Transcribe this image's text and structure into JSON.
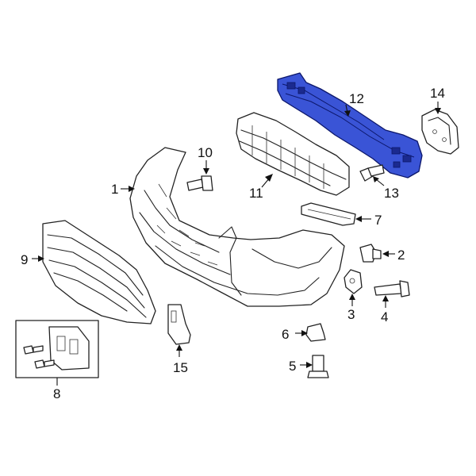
{
  "highlight_color": "#3a54d6",
  "callouts": {
    "1": "1",
    "2": "2",
    "3": "3",
    "4": "4",
    "5": "5",
    "6": "6",
    "7": "7",
    "8": "8",
    "9": "9",
    "10": "10",
    "11": "11",
    "12": "12",
    "13": "13",
    "14": "14",
    "15": "15"
  }
}
